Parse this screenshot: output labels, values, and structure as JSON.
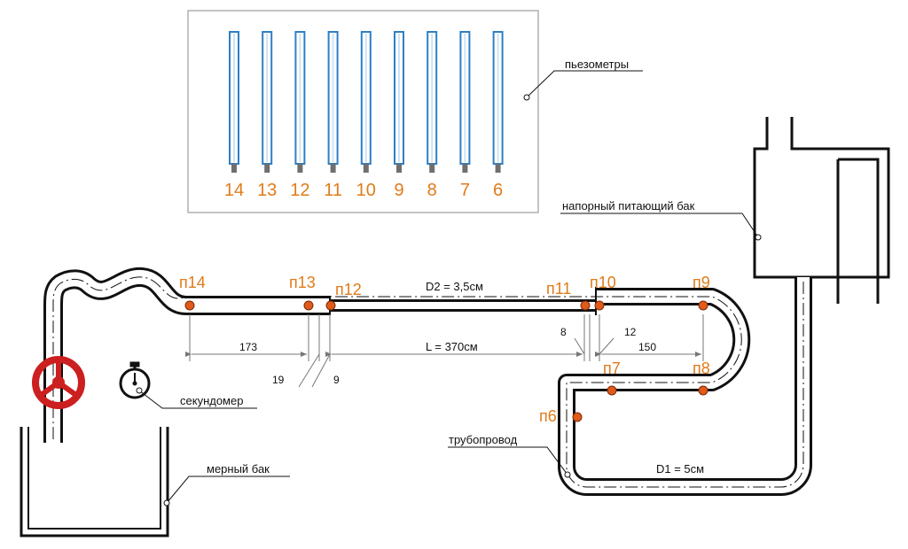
{
  "labels": {
    "piezometers": "пьезометры",
    "tank": "напорный питающий бак",
    "stopwatch": "секундомер",
    "measuring_tank": "мерный бак",
    "pipeline": "трубопровод",
    "d2": "D2 = 3,5см",
    "d1": "D1 = 5см",
    "length": "L = 370см"
  },
  "tube_numbers": [
    "14",
    "13",
    "12",
    "11",
    "10",
    "9",
    "8",
    "7",
    "6"
  ],
  "points": {
    "p14": "п14",
    "p13": "п13",
    "p12": "п12",
    "p11": "п11",
    "p10": "п10",
    "p9": "п9",
    "p8": "п8",
    "p7": "п7",
    "p6": "п6"
  },
  "dimensions": {
    "d173": "173",
    "d19": "19",
    "d9": "9",
    "d8": "8",
    "d12": "12",
    "d150": "150"
  },
  "colors": {
    "accent": "#e07b1a",
    "tube": "#2e7fc4",
    "point": "#e05a1a",
    "valve": "#cc1f1f",
    "line": "#111111",
    "dim": "#777777"
  }
}
